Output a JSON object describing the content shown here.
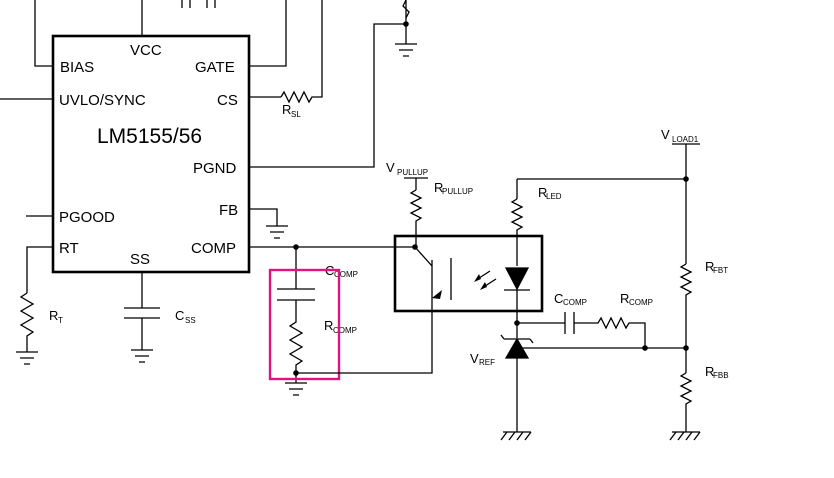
{
  "ic": {
    "name": "LM5155/56",
    "pins": {
      "bias": "BIAS",
      "vcc": "VCC",
      "gate": "GATE",
      "uvlo": "UVLO/SYNC",
      "cs": "CS",
      "pgnd": "PGND",
      "pgood": "PGOOD",
      "fb": "FB",
      "rt": "RT",
      "ss": "SS",
      "comp": "COMP"
    }
  },
  "components": {
    "rsl": {
      "main": "R",
      "sub": "SL"
    },
    "rt": {
      "main": "R",
      "sub": "T"
    },
    "css": {
      "main": "C",
      "sub": "SS"
    },
    "ccomp_ic": {
      "main": "C",
      "sub": "COMP"
    },
    "rcomp_ic": {
      "main": "R",
      "sub": "COMP"
    },
    "vpullup": {
      "main": "V",
      "sub": "PULLUP"
    },
    "rpullup": {
      "main": "R",
      "sub": "PULLUP"
    },
    "rled": {
      "main": "R",
      "sub": "LED"
    },
    "vref": {
      "main": "V",
      "sub": "REF"
    },
    "ccomp_sec": {
      "main": "C",
      "sub": "COMP"
    },
    "rcomp_sec": {
      "main": "R",
      "sub": "COMP"
    },
    "vload": {
      "main": "V",
      "sub": "LOAD1"
    },
    "rfbt": {
      "main": "R",
      "sub": "FBT"
    },
    "rfbb": {
      "main": "R",
      "sub": "FBB"
    }
  },
  "colors": {
    "wire": "#000000",
    "highlight": "#e0147f",
    "background": "#ffffff"
  }
}
